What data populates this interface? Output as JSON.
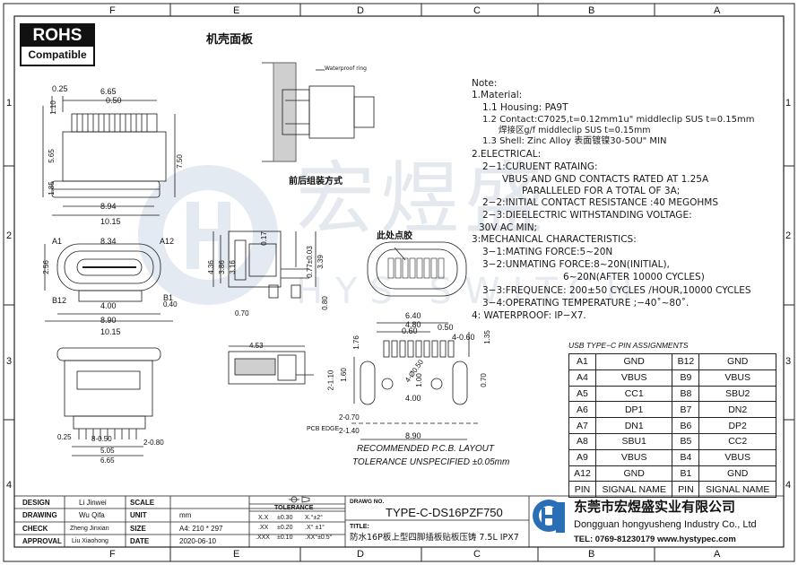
{
  "border": {
    "cols_top": [
      "F",
      "E",
      "D",
      "C",
      "B",
      "A"
    ],
    "rows": [
      "1",
      "2",
      "3",
      "4"
    ]
  },
  "rohs": {
    "title": "ROHS",
    "sub": "Compatible"
  },
  "views": {
    "panel_label": "机壳面板",
    "waterproof_ring": "Waterproof ring",
    "assembly_label": "前后组装方式",
    "glue_label": "此处点胶"
  },
  "dims": {
    "top_view": [
      "0.25",
      "6.65",
      "0.50",
      "1.10",
      "5.65",
      "7.50",
      "1.85",
      "8.94",
      "10.15"
    ],
    "front_view": [
      "A1",
      "8.34",
      "A12",
      "2.56",
      "B12",
      "B1",
      "4.00",
      "0.40",
      "8.90",
      "10.15"
    ],
    "side_view": [
      "4.36",
      "3.86",
      "3.16",
      "0.17",
      "0.77±0.03",
      "3.39",
      "0.80",
      "0.70"
    ],
    "bottom_view": [
      "0.25",
      "8-0.50",
      "5.05",
      "6.65",
      "2-0.80"
    ],
    "section_view": [
      "4.53",
      "1.76"
    ],
    "pcb_layout": [
      "6.40",
      "4.80",
      "0.60",
      "0.50",
      "4-0.60",
      "1.35",
      "2-1.10",
      "1.60",
      "4-Ø0.50",
      "1.00",
      "4.00",
      "0.70",
      "2-0.70",
      "2-1.40",
      "8.90",
      "PCB EDGE"
    ]
  },
  "pcb_caption": {
    "line1": "RECOMMENDED   P.C.B.  LAYOUT",
    "line2": "TOLERANCE  UNSPECIFIED  ±0.05mm"
  },
  "notes": [
    "Note:",
    "1.Material:",
    "1.1  Housing:  PA9T",
    "1.2  Contact:C7025,t=0.12mm1u\" middleclip SUS t=0.15mm",
    "焊接区g/f  middleclip SUS t=0.15mm",
    "1.3  Shell: Zinc Alloy 表面镀镍30-50U\" MIN",
    "2.ELECTRICAL:",
    "2−1:CURUENT RATAING:",
    "VBUS AND GND CONTACTS RATED AT 1.25A",
    "PARALLELED FOR A TOTAL OF 3A;",
    "2−2:INITIAL CONTACT RESISTANCE :40 MEGOHMS",
    "2−3:DIEELECTRIC WITHSTANDING VOLTAGE:",
    "30V AC MIN;",
    "3:MECHANICAL CHARACTERISTICS:",
    "3−1:MATING FORCE:5~20N",
    "3−2:UNMATING FORCE:8~20N(INITIAL),",
    "6~20N(AFTER 10000 CYCLES)",
    "3−3:FREQUENCE: 200±50 CYCLES /HOUR,10000 CYCLES",
    "3−4:OPERATING TEMPERATURE ;−40˚~80˚.",
    "4:  WATERPROOF:  IP−X7."
  ],
  "pin_table": {
    "title": "USB  TYPE−C  PIN  ASSIGNMENTS",
    "rows": [
      [
        "A1",
        "GND",
        "B12",
        "GND"
      ],
      [
        "A4",
        "VBUS",
        "B9",
        "VBUS"
      ],
      [
        "A5",
        "CC1",
        "B8",
        "SBU2"
      ],
      [
        "A6",
        "DP1",
        "B7",
        "DN2"
      ],
      [
        "A7",
        "DN1",
        "B6",
        "DP2"
      ],
      [
        "A8",
        "SBU1",
        "B5",
        "CC2"
      ],
      [
        "A9",
        "VBUS",
        "B4",
        "VBUS"
      ],
      [
        "A12",
        "GND",
        "B1",
        "GND"
      ],
      [
        "PIN",
        "SIGNAL NAME",
        "PIN",
        "SIGNAL NAME"
      ]
    ]
  },
  "title_block": {
    "design_label": "DESIGN",
    "design_name": "Li Jinwei",
    "scale_label": "SCALE",
    "drawing_label": "DRAWING",
    "drawing_name": "Wu Qifa",
    "unit_label": "UNIT",
    "unit_value": "mm",
    "check_label": "CHECK",
    "check_name": "Zheng Jinxian",
    "size_label": "SIZE",
    "size_value": "A4: 210 * 297",
    "approval_label": "APPROVAL",
    "approval_name": "Liu Xiaohong",
    "date_label": "DATE",
    "date_value": "2020-06-10",
    "tolerance_title": "TOLERANCE",
    "tol_rows": [
      [
        "X.X",
        "±0.30",
        "X.°±2°"
      ],
      [
        ".XX",
        "±0.20",
        ".X° ±1°"
      ],
      [
        ".XXX",
        "±0.10",
        ".XX°±0.5°"
      ]
    ],
    "drawing_no_label": "DRAWG NO.",
    "drawing_no": "TYPE-C-DS16PZF750",
    "title_label": "TITLE:",
    "title_text": "防水16P板上型四脚插板贴板压铸 7.5L IPX7"
  },
  "company": {
    "name_cn": "东莞市宏煜盛实业有限公司",
    "name_en": "Dongguan hongyusheng Industry Co., Ltd",
    "contact": "TEL: 0769-81230179   www.hystypec.com"
  },
  "watermark": {
    "cn": "宏煜盛",
    "en": "HYS SWITCH"
  },
  "colors": {
    "line": "#1a1a1a",
    "watermark": "#dfe6ee",
    "logo_blue": "#2a6fb6"
  }
}
